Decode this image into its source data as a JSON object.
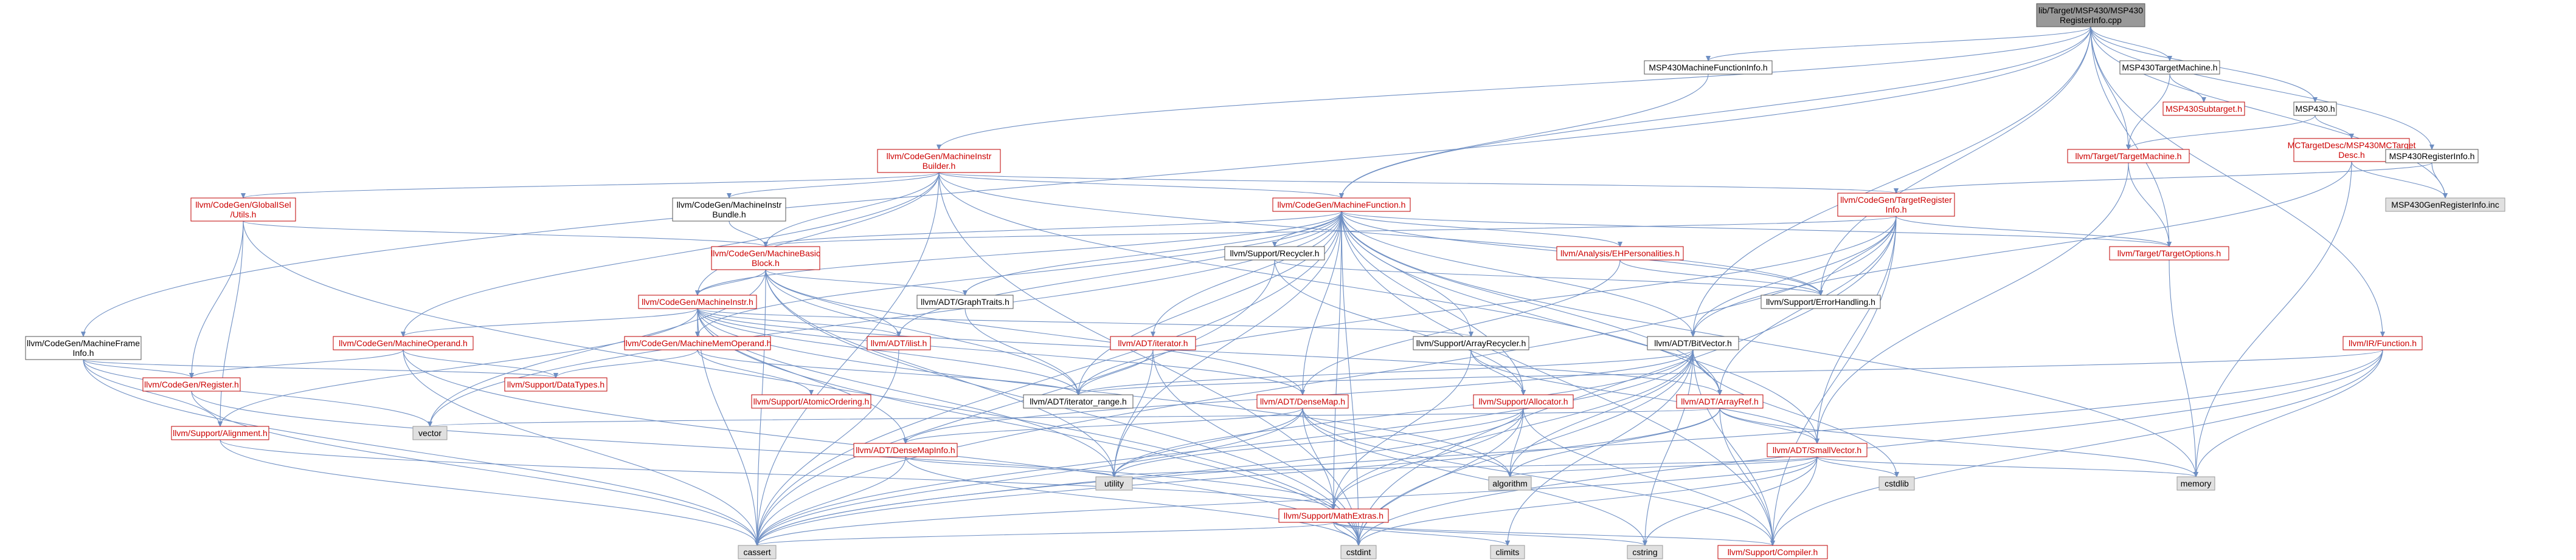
{
  "colors": {
    "edge": "#6f8fc3",
    "root_fill": "#999999",
    "external_fill": "#e0e0e0",
    "node_fill": "#ffffff",
    "node_border": "#555555",
    "black_text": "#000000",
    "red_border": "#bf0000",
    "red_text": "#cc0000"
  },
  "nodes": {
    "root": {
      "lines": [
        "lib/Target/MSP430/MSP430",
        "RegisterInfo.cpp"
      ],
      "style": "root"
    },
    "mfi430": {
      "lines": [
        "MSP430MachineFunctionInfo.h"
      ],
      "style": "black"
    },
    "tm430": {
      "lines": [
        "MSP430TargetMachine.h"
      ],
      "style": "black"
    },
    "sub430": {
      "lines": [
        "MSP430Subtarget.h"
      ],
      "style": "red"
    },
    "msp430h": {
      "lines": [
        "MSP430.h"
      ],
      "style": "black"
    },
    "mctd": {
      "lines": [
        "MCTargetDesc/MSP430MCTarget",
        "Desc.h"
      ],
      "style": "red"
    },
    "ri430": {
      "lines": [
        "MSP430RegisterInfo.h"
      ],
      "style": "black"
    },
    "geninc": {
      "lines": [
        "MSP430GenRegisterInfo.inc"
      ],
      "style": "ext"
    },
    "tgtm": {
      "lines": [
        "llvm/Target/TargetMachine.h"
      ],
      "style": "red"
    },
    "tri": {
      "lines": [
        "llvm/CodeGen/TargetRegister",
        "Info.h"
      ],
      "style": "red"
    },
    "topt": {
      "lines": [
        "llvm/Target/TargetOptions.h"
      ],
      "style": "red"
    },
    "irfunc": {
      "lines": [
        "llvm/IR/Function.h"
      ],
      "style": "red"
    },
    "mib": {
      "lines": [
        "llvm/CodeGen/MachineInstr",
        "Builder.h"
      ],
      "style": "red"
    },
    "mframe": {
      "lines": [
        "llvm/CodeGen/MachineFrame",
        "Info.h"
      ],
      "style": "black"
    },
    "gisel": {
      "lines": [
        "llvm/CodeGen/GlobalISel",
        "/Utils.h"
      ],
      "style": "red"
    },
    "mibundle": {
      "lines": [
        "llvm/CodeGen/MachineInstr",
        "Bundle.h"
      ],
      "style": "black"
    },
    "mf": {
      "lines": [
        "llvm/CodeGen/MachineFunction.h"
      ],
      "style": "red"
    },
    "mbb": {
      "lines": [
        "llvm/CodeGen/MachineBasic",
        "Block.h"
      ],
      "style": "red"
    },
    "recycler": {
      "lines": [
        "llvm/Support/Recycler.h"
      ],
      "style": "black"
    },
    "graphtraits": {
      "lines": [
        "llvm/ADT/GraphTraits.h"
      ],
      "style": "black"
    },
    "ehpers": {
      "lines": [
        "llvm/Analysis/EHPersonalities.h"
      ],
      "style": "red"
    },
    "errh": {
      "lines": [
        "llvm/Support/ErrorHandling.h"
      ],
      "style": "black"
    },
    "mi": {
      "lines": [
        "llvm/CodeGen/MachineInstr.h"
      ],
      "style": "red"
    },
    "mop": {
      "lines": [
        "llvm/CodeGen/MachineOperand.h"
      ],
      "style": "red"
    },
    "mmo": {
      "lines": [
        "llvm/CodeGen/MachineMemOperand.h"
      ],
      "style": "red"
    },
    "ilist": {
      "lines": [
        "llvm/ADT/ilist.h"
      ],
      "style": "red"
    },
    "adtiter": {
      "lines": [
        "llvm/ADT/iterator.h"
      ],
      "style": "red"
    },
    "arecycler": {
      "lines": [
        "llvm/Support/ArrayRecycler.h"
      ],
      "style": "black"
    },
    "bitvec": {
      "lines": [
        "llvm/ADT/BitVector.h"
      ],
      "style": "black"
    },
    "reg": {
      "lines": [
        "llvm/CodeGen/Register.h"
      ],
      "style": "red"
    },
    "dtypes": {
      "lines": [
        "llvm/Support/DataTypes.h"
      ],
      "style": "red"
    },
    "iterrange": {
      "lines": [
        "llvm/ADT/iterator_range.h"
      ],
      "style": "black"
    },
    "atomic": {
      "lines": [
        "llvm/Support/AtomicOrdering.h"
      ],
      "style": "red"
    },
    "densemap": {
      "lines": [
        "llvm/ADT/DenseMap.h"
      ],
      "style": "red"
    },
    "alloc": {
      "lines": [
        "llvm/Support/Allocator.h"
      ],
      "style": "red"
    },
    "arrayref": {
      "lines": [
        "llvm/ADT/ArrayRef.h"
      ],
      "style": "red"
    },
    "align": {
      "lines": [
        "llvm/Support/Alignment.h"
      ],
      "style": "red"
    },
    "vector": {
      "lines": [
        "vector"
      ],
      "style": "ext"
    },
    "dmapinfo": {
      "lines": [
        "llvm/ADT/DenseMapInfo.h"
      ],
      "style": "red"
    },
    "smallvec": {
      "lines": [
        "llvm/ADT/SmallVector.h"
      ],
      "style": "red"
    },
    "cstdlib": {
      "lines": [
        "cstdlib"
      ],
      "style": "ext"
    },
    "memory": {
      "lines": [
        "memory"
      ],
      "style": "ext"
    },
    "utility": {
      "lines": [
        "utility"
      ],
      "style": "ext"
    },
    "algorithm": {
      "lines": [
        "algorithm"
      ],
      "style": "ext"
    },
    "mathext": {
      "lines": [
        "llvm/Support/MathExtras.h"
      ],
      "style": "red"
    },
    "cassert": {
      "lines": [
        "cassert"
      ],
      "style": "ext"
    },
    "cstdint": {
      "lines": [
        "cstdint"
      ],
      "style": "ext"
    },
    "climits": {
      "lines": [
        "climits"
      ],
      "style": "ext"
    },
    "cstring": {
      "lines": [
        "cstring"
      ],
      "style": "ext"
    },
    "compiler": {
      "lines": [
        "llvm/Support/Compiler.h"
      ],
      "style": "red"
    }
  },
  "edges": [
    [
      "root",
      "mfi430"
    ],
    [
      "root",
      "tm430"
    ],
    [
      "root",
      "msp430h"
    ],
    [
      "root",
      "ri430"
    ],
    [
      "root",
      "geninc"
    ],
    [
      "root",
      "tgtm"
    ],
    [
      "root",
      "topt"
    ],
    [
      "root",
      "irfunc"
    ],
    [
      "root",
      "mib"
    ],
    [
      "root",
      "mframe"
    ],
    [
      "root",
      "mf"
    ],
    [
      "root",
      "errh"
    ],
    [
      "root",
      "bitvec"
    ],
    [
      "mfi430",
      "mf"
    ],
    [
      "tm430",
      "sub430"
    ],
    [
      "tm430",
      "tgtm"
    ],
    [
      "msp430h",
      "mctd"
    ],
    [
      "msp430h",
      "tgtm"
    ],
    [
      "mctd",
      "geninc"
    ],
    [
      "mctd",
      "memory"
    ],
    [
      "mctd",
      "bitvec"
    ],
    [
      "ri430",
      "geninc"
    ],
    [
      "ri430",
      "tri"
    ],
    [
      "tgtm",
      "topt"
    ],
    [
      "tgtm",
      "smallvec"
    ],
    [
      "tri",
      "topt"
    ],
    [
      "tri",
      "errh"
    ],
    [
      "tri",
      "mbb"
    ],
    [
      "tri",
      "bitvec"
    ],
    [
      "tri",
      "arrayref"
    ],
    [
      "tri",
      "smallvec"
    ],
    [
      "tri",
      "iterrange"
    ],
    [
      "tri",
      "compiler"
    ],
    [
      "tri",
      "cstdint"
    ],
    [
      "tri",
      "cassert"
    ],
    [
      "topt",
      "memory"
    ],
    [
      "irfunc",
      "iterrange"
    ],
    [
      "irfunc",
      "compiler"
    ],
    [
      "irfunc",
      "memory"
    ],
    [
      "irfunc",
      "cassert"
    ],
    [
      "irfunc",
      "cstdint"
    ],
    [
      "mib",
      "gisel"
    ],
    [
      "mib",
      "mibundle"
    ],
    [
      "mib",
      "mf"
    ],
    [
      "mib",
      "mbb"
    ],
    [
      "mib",
      "mi"
    ],
    [
      "mib",
      "mop"
    ],
    [
      "mib",
      "tri"
    ],
    [
      "mib",
      "errh"
    ],
    [
      "mib",
      "arrayref"
    ],
    [
      "mib",
      "cassert"
    ],
    [
      "mib",
      "cstdint"
    ],
    [
      "mframe",
      "reg"
    ],
    [
      "mframe",
      "dtypes"
    ],
    [
      "mframe",
      "align"
    ],
    [
      "mframe",
      "vector"
    ],
    [
      "mframe",
      "cassert"
    ],
    [
      "gisel",
      "mbb"
    ],
    [
      "gisel",
      "reg"
    ],
    [
      "gisel",
      "align"
    ],
    [
      "gisel",
      "cstdint"
    ],
    [
      "mibundle",
      "mbb"
    ],
    [
      "mf",
      "mbb"
    ],
    [
      "mf",
      "mi"
    ],
    [
      "mf",
      "mmo"
    ],
    [
      "mf",
      "recycler"
    ],
    [
      "mf",
      "graphtraits"
    ],
    [
      "mf",
      "ehpers"
    ],
    [
      "mf",
      "errh"
    ],
    [
      "mf",
      "ilist"
    ],
    [
      "mf",
      "adtiter"
    ],
    [
      "mf",
      "arecycler"
    ],
    [
      "mf",
      "bitvec"
    ],
    [
      "mf",
      "densemap"
    ],
    [
      "mf",
      "alloc"
    ],
    [
      "mf",
      "arrayref"
    ],
    [
      "mf",
      "smallvec"
    ],
    [
      "mf",
      "iterrange"
    ],
    [
      "mf",
      "cassert"
    ],
    [
      "mf",
      "cstdint"
    ],
    [
      "mf",
      "memory"
    ],
    [
      "mf",
      "utility"
    ],
    [
      "mf",
      "vector"
    ],
    [
      "mf",
      "topt"
    ],
    [
      "mf",
      "mathext"
    ],
    [
      "mf",
      "compiler"
    ],
    [
      "mbb",
      "mi"
    ],
    [
      "mbb",
      "graphtraits"
    ],
    [
      "mbb",
      "ilist"
    ],
    [
      "mbb",
      "iterrange"
    ],
    [
      "mbb",
      "densemap"
    ],
    [
      "mbb",
      "cassert"
    ],
    [
      "mbb",
      "cstdint"
    ],
    [
      "mbb",
      "vector"
    ],
    [
      "mbb",
      "utility"
    ],
    [
      "recycler",
      "alloc"
    ],
    [
      "recycler",
      "errh"
    ],
    [
      "recycler",
      "cassert"
    ],
    [
      "graphtraits",
      "iterrange"
    ],
    [
      "ehpers",
      "errh"
    ],
    [
      "ehpers",
      "densemap"
    ],
    [
      "mi",
      "mop"
    ],
    [
      "mi",
      "mmo"
    ],
    [
      "mi",
      "ilist"
    ],
    [
      "mi",
      "arecycler"
    ],
    [
      "mi",
      "iterrange"
    ],
    [
      "mi",
      "densemap"
    ],
    [
      "mi",
      "dmapinfo"
    ],
    [
      "mi",
      "arrayref"
    ],
    [
      "mi",
      "align"
    ],
    [
      "mi",
      "cassert"
    ],
    [
      "mi",
      "cstdint"
    ],
    [
      "mi",
      "utility"
    ],
    [
      "mi",
      "algorithm"
    ],
    [
      "mop",
      "dtypes"
    ],
    [
      "mop",
      "reg"
    ],
    [
      "mop",
      "cassert"
    ],
    [
      "mop",
      "cstdint"
    ],
    [
      "mmo",
      "atomic"
    ],
    [
      "mmo",
      "dtypes"
    ],
    [
      "mmo",
      "iterrange"
    ],
    [
      "ilist",
      "cassert"
    ],
    [
      "adtiter",
      "iterrange"
    ],
    [
      "adtiter",
      "cstdint"
    ],
    [
      "adtiter",
      "utility"
    ],
    [
      "arecycler",
      "alloc"
    ],
    [
      "arecycler",
      "smallvec"
    ],
    [
      "arecycler",
      "mathext"
    ],
    [
      "bitvec",
      "arrayref"
    ],
    [
      "bitvec",
      "dmapinfo"
    ],
    [
      "bitvec",
      "iterrange"
    ],
    [
      "bitvec",
      "mathext"
    ],
    [
      "bitvec",
      "compiler"
    ],
    [
      "bitvec",
      "algorithm"
    ],
    [
      "bitvec",
      "cassert"
    ],
    [
      "bitvec",
      "climits"
    ],
    [
      "bitvec",
      "cstdint"
    ],
    [
      "bitvec",
      "cstdlib"
    ],
    [
      "bitvec",
      "cstring"
    ],
    [
      "bitvec",
      "utility"
    ],
    [
      "densemap",
      "dmapinfo"
    ],
    [
      "densemap",
      "mathext"
    ],
    [
      "densemap",
      "compiler"
    ],
    [
      "densemap",
      "algorithm"
    ],
    [
      "densemap",
      "cassert"
    ],
    [
      "densemap",
      "cstring"
    ],
    [
      "densemap",
      "utility"
    ],
    [
      "alloc",
      "mathext"
    ],
    [
      "alloc",
      "compiler"
    ],
    [
      "alloc",
      "algorithm"
    ],
    [
      "alloc",
      "cassert"
    ],
    [
      "alloc",
      "cstdint"
    ],
    [
      "alloc",
      "utility"
    ],
    [
      "arrayref",
      "smallvec"
    ],
    [
      "arrayref",
      "compiler"
    ],
    [
      "arrayref",
      "algorithm"
    ],
    [
      "arrayref",
      "cassert"
    ],
    [
      "arrayref",
      "memory"
    ],
    [
      "arrayref",
      "vector"
    ],
    [
      "align",
      "mathext"
    ],
    [
      "align",
      "cassert"
    ],
    [
      "dmapinfo",
      "cassert"
    ],
    [
      "dmapinfo",
      "cstdint"
    ],
    [
      "dmapinfo",
      "utility"
    ],
    [
      "smallvec",
      "compiler"
    ],
    [
      "smallvec",
      "algorithm"
    ],
    [
      "smallvec",
      "cassert"
    ],
    [
      "smallvec",
      "cstdlib"
    ],
    [
      "smallvec",
      "cstring"
    ],
    [
      "smallvec",
      "memory"
    ],
    [
      "smallvec",
      "utility"
    ],
    [
      "smallvec",
      "cstdint"
    ],
    [
      "mathext",
      "compiler"
    ],
    [
      "mathext",
      "cassert"
    ],
    [
      "mathext",
      "climits"
    ],
    [
      "mathext",
      "cstring"
    ],
    [
      "mathext",
      "cstdint"
    ],
    [
      "reg",
      "mathext"
    ],
    [
      "reg",
      "cassert"
    ]
  ]
}
